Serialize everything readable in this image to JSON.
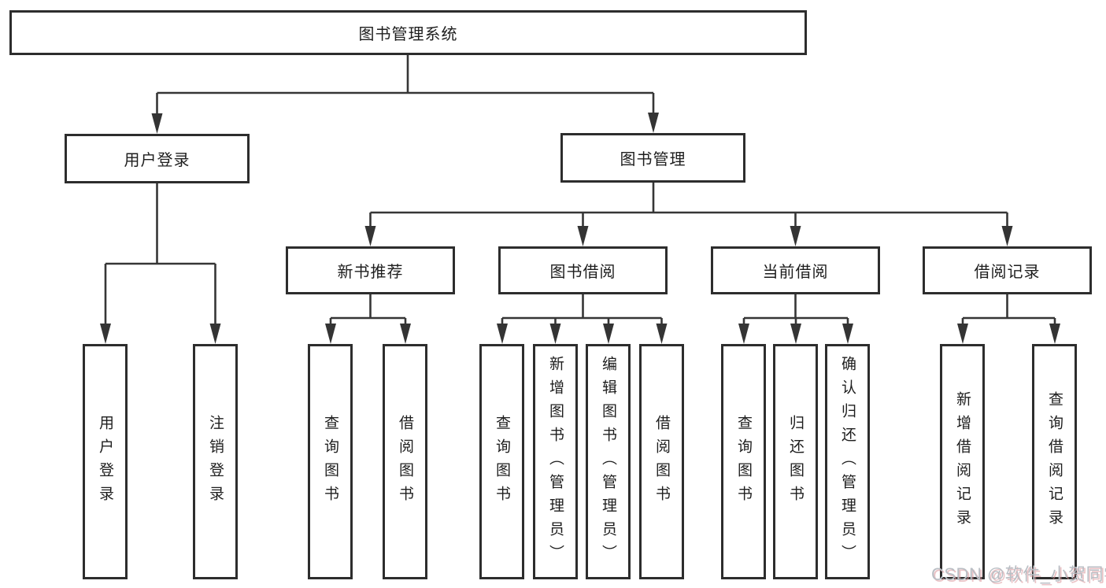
{
  "diagram": {
    "title": "图书管理系统",
    "type": "hierarchy-tree",
    "colors": {
      "background": "#ffffff",
      "box_border": "#2d2d2d",
      "line": "#363636",
      "text": "#1e1e1e",
      "watermark_text": "#b9bec4",
      "watermark_shadow": "#d98f95"
    },
    "nodes": [
      {
        "id": "root",
        "label": "图书管理系统"
      },
      {
        "id": "user-login",
        "label": "用户登录"
      },
      {
        "id": "book-mgmt",
        "label": "图书管理"
      },
      {
        "id": "new-book-rec",
        "label": "新书推荐"
      },
      {
        "id": "book-borrow",
        "label": "图书借阅"
      },
      {
        "id": "current-borrow",
        "label": "当前借阅"
      },
      {
        "id": "borrow-records",
        "label": "借阅记录"
      },
      {
        "id": "leaf-user-login",
        "label": "用户登录"
      },
      {
        "id": "leaf-logout",
        "label": "注销登录"
      },
      {
        "id": "leaf-query-book-1",
        "label": "查询图书"
      },
      {
        "id": "leaf-borrow-book-1",
        "label": "借阅图书"
      },
      {
        "id": "leaf-query-book-2",
        "label": "查询图书"
      },
      {
        "id": "leaf-add-book-admin",
        "label": "新增图书（管理员）"
      },
      {
        "id": "leaf-edit-book-admin",
        "label": "编辑图书（管理员）"
      },
      {
        "id": "leaf-borrow-book-2",
        "label": "借阅图书"
      },
      {
        "id": "leaf-query-book-3",
        "label": "查询图书"
      },
      {
        "id": "leaf-return-book",
        "label": "归还图书"
      },
      {
        "id": "leaf-confirm-return",
        "label": "确认归还（管理员）"
      },
      {
        "id": "leaf-add-borrow-record",
        "label": "新增借阅记录"
      },
      {
        "id": "leaf-query-borrow-record",
        "label": "查询借阅记录"
      }
    ],
    "hierarchy": {
      "图书管理系统": {
        "用户登录": [
          "用户登录",
          "注销登录"
        ],
        "图书管理": {
          "新书推荐": [
            "查询图书",
            "借阅图书"
          ],
          "图书借阅": [
            "查询图书",
            "新增图书（管理员）",
            "编辑图书（管理员）",
            "借阅图书"
          ],
          "当前借阅": [
            "查询图书",
            "归还图书",
            "确认归还（管理员）"
          ],
          "借阅记录": [
            "新增借阅记录",
            "查询借阅记录"
          ]
        }
      }
    },
    "watermark": "CSDN @软件_小贺同学"
  }
}
